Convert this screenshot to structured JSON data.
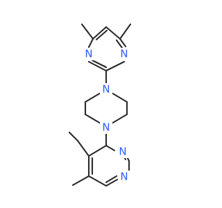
{
  "molecule": {
    "atoms": {
      "n1": {
        "symbol": "N",
        "color": "#2E5BFF"
      },
      "n2": {
        "symbol": "N",
        "color": "#2E5BFF"
      },
      "n3": {
        "symbol": "N",
        "color": "#2E5BFF"
      },
      "n4": {
        "symbol": "N",
        "color": "#2E5BFF"
      },
      "n5": {
        "symbol": "N",
        "color": "#2E5BFF"
      },
      "n6": {
        "symbol": "N",
        "color": "#2E5BFF"
      }
    },
    "bond_color": "#2A2A2A"
  }
}
